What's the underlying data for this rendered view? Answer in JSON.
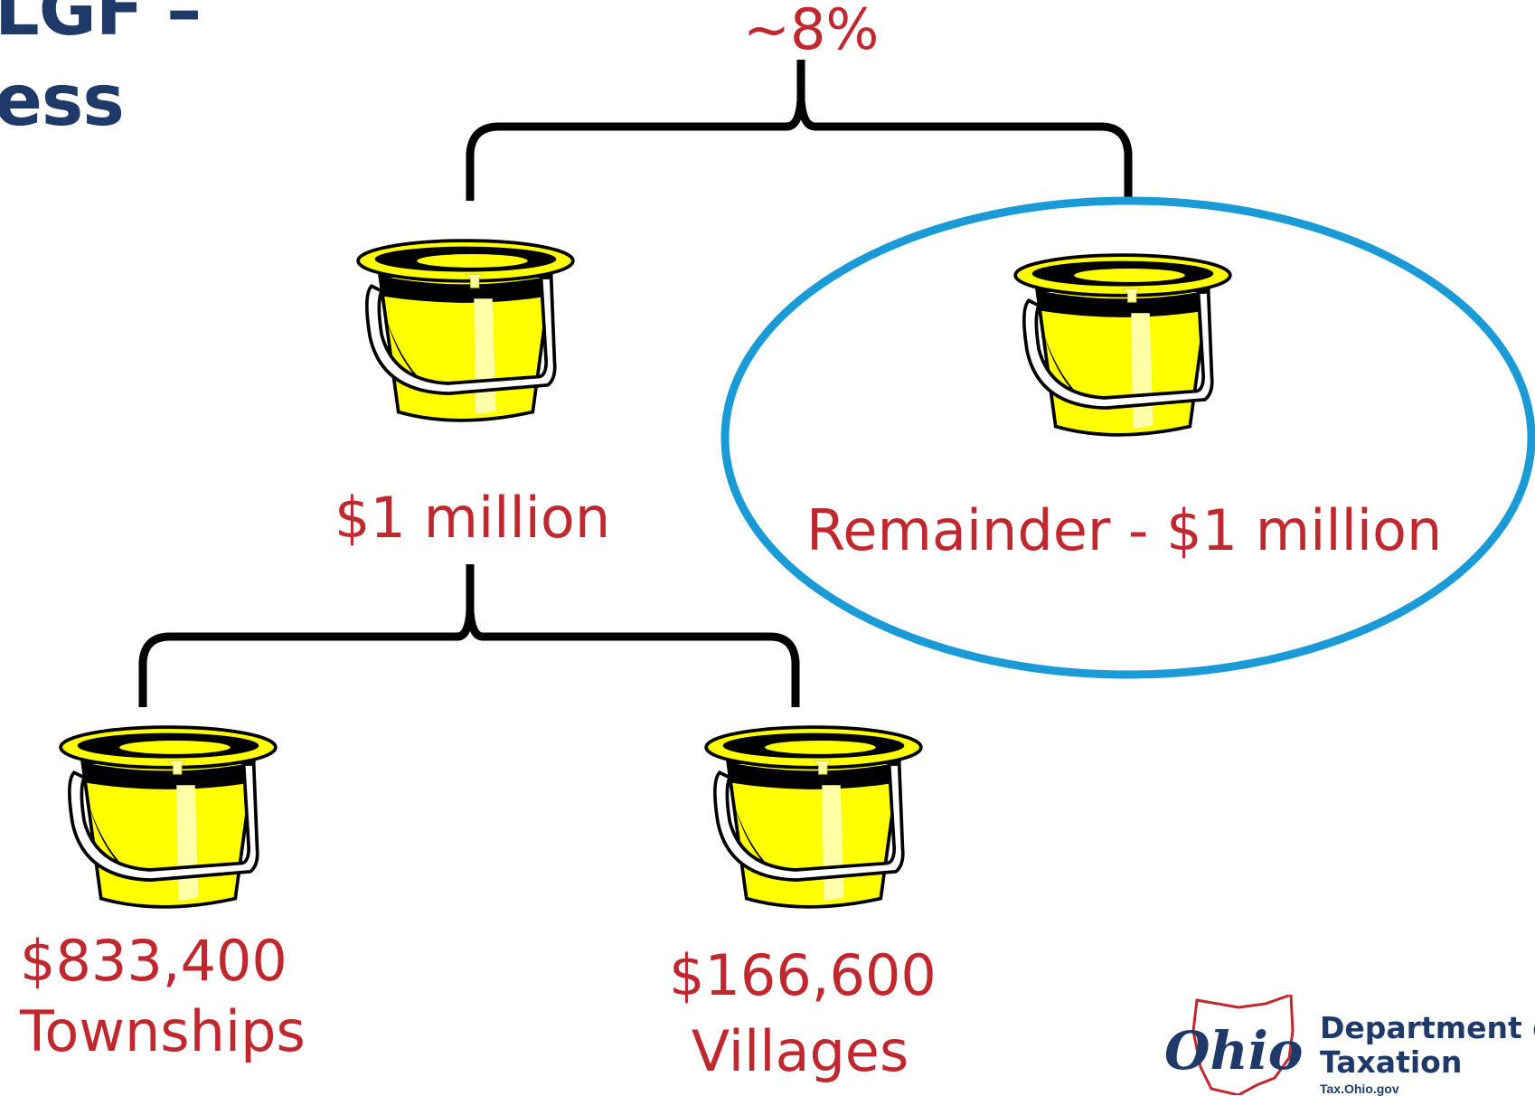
{
  "title": {
    "line1": "LGF –",
    "line2": "ess"
  },
  "top_label": "~8%",
  "nodes": {
    "left": "$1 million",
    "right": "Remainder - $1 million",
    "townships_amount": "$833,400",
    "townships_name": "Townships",
    "villages_amount": "$166,600",
    "villages_name": "Villages"
  },
  "logo": {
    "script": "Ohio",
    "line1": "Department of",
    "line2": "Taxation",
    "sub": "Tax.Ohio.gov"
  },
  "colors": {
    "title": "#1f3a68",
    "label": "#c0282f",
    "bucket": "#ffff00",
    "highlight_ellipse": "#1a9ad6"
  }
}
